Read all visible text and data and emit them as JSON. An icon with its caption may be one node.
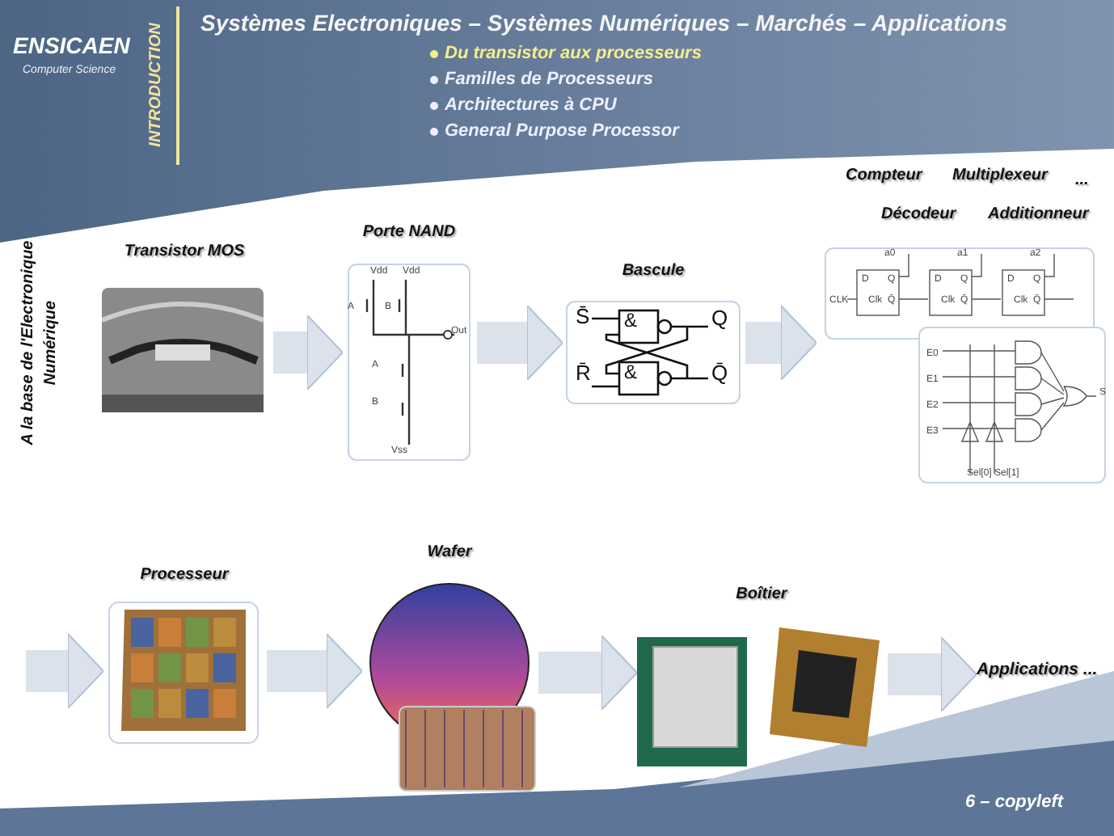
{
  "diagram": {
    "title": "Systèmes Electroniques – Systèmes Numériques – Marchés – Applications",
    "nodes": [
      {
        "text": [
          "Transistor MOS"
        ]
      },
      {
        "text": [
          "Porte NAND",
          "Vdd",
          "Vdd",
          "A",
          "B",
          "Out",
          "A",
          "B",
          "Vss"
        ]
      },
      {
        "text": [
          "Bascule",
          "S̄",
          "&",
          "Q",
          "R̄",
          "&",
          "Q̄"
        ]
      },
      {
        "text": [
          "Compteur",
          "Multiplexeur",
          "...",
          "Décodeur",
          "Additionneur",
          "a0",
          "a1",
          "a2",
          "CLK",
          "D",
          "Q",
          "Clk",
          "Q̄",
          "D",
          "Q",
          "Clk",
          "Q̄",
          "D",
          "Q",
          "Clk",
          "Q̄",
          "E0",
          "E1",
          "E2",
          "E3",
          "S",
          "Sel[0]",
          "Sel[1]"
        ]
      },
      {
        "text": [
          "Processeur"
        ]
      },
      {
        "text": [
          "Wafer"
        ]
      },
      {
        "text": [
          "Boîtier"
        ]
      },
      {
        "text": [
          "Applications ..."
        ]
      }
    ],
    "edges": [
      {
        "from": 0,
        "to": 1,
        "arrow": "to"
      },
      {
        "from": 1,
        "to": 2,
        "arrow": "to"
      },
      {
        "from": 2,
        "to": 3,
        "arrow": "to"
      },
      {
        "from": null,
        "to": 4,
        "arrow": "to"
      },
      {
        "from": 4,
        "to": 5,
        "arrow": "to"
      },
      {
        "from": 5,
        "to": 6,
        "arrow": "to"
      },
      {
        "from": 6,
        "to": 7,
        "arrow": "to"
      }
    ],
    "labels": [
      "ENSICAEN",
      "Computer Science",
      "INTRODUCTION",
      "Du transistor aux processeurs",
      "Familles de Processeurs",
      "Architectures à CPU",
      "General Purpose Processor",
      "A la base de l'Electronique Numérique",
      "6 – copyleft"
    ]
  }
}
